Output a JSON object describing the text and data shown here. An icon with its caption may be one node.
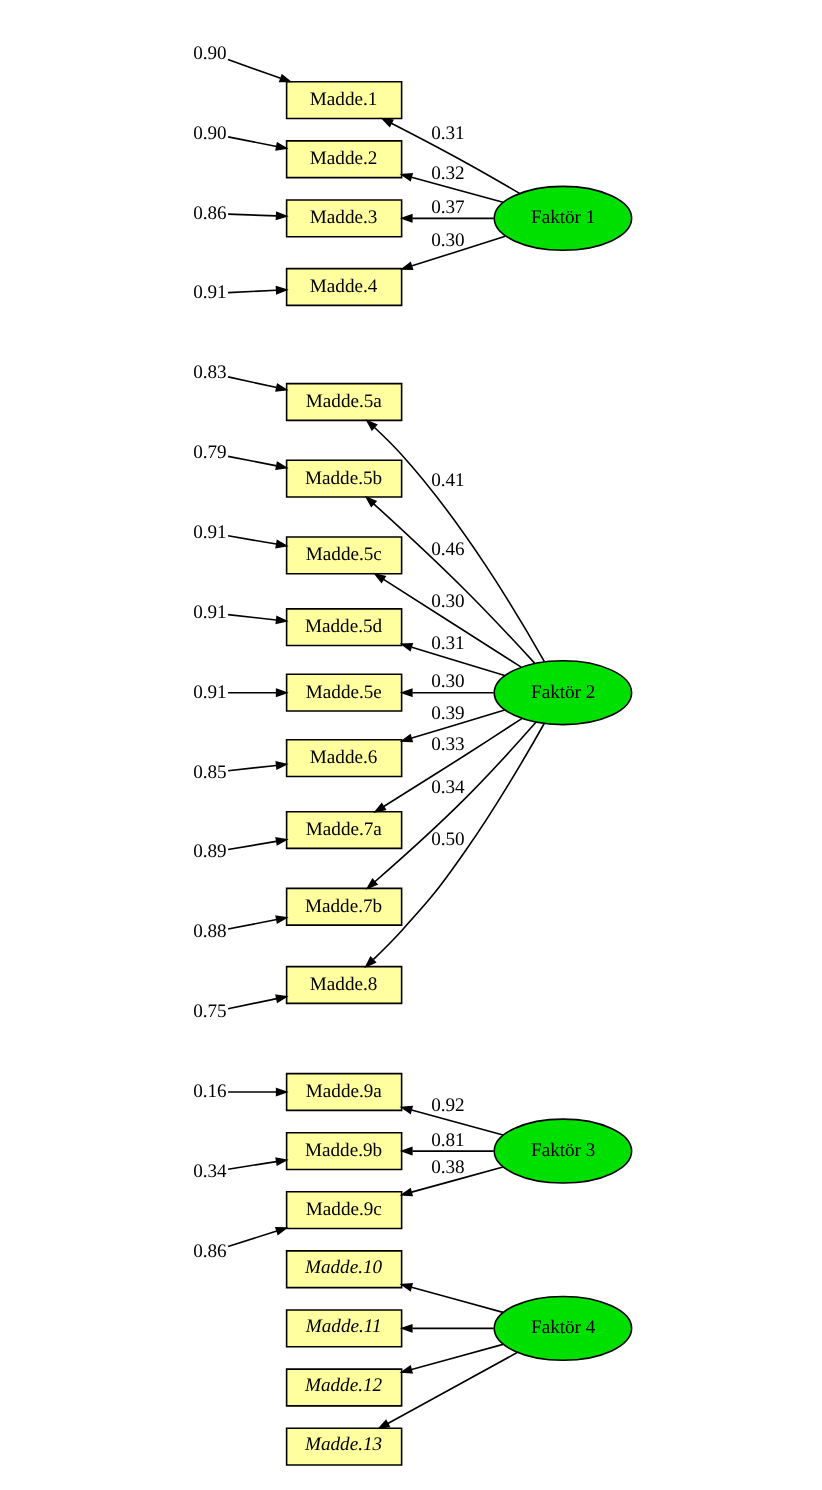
{
  "diagram": {
    "nodes": [
      {
        "text": [
          "Madde.1"
        ]
      },
      {
        "text": [
          "Madde.2"
        ]
      },
      {
        "text": [
          "Madde.3"
        ]
      },
      {
        "text": [
          "Madde.4"
        ]
      },
      {
        "text": [
          "Madde.5a"
        ]
      },
      {
        "text": [
          "Madde.5b"
        ]
      },
      {
        "text": [
          "Madde.5c"
        ]
      },
      {
        "text": [
          "Madde.5d"
        ]
      },
      {
        "text": [
          "Madde.5e"
        ]
      },
      {
        "text": [
          "Madde.6"
        ]
      },
      {
        "text": [
          "Madde.7a"
        ]
      },
      {
        "text": [
          "Madde.7b"
        ]
      },
      {
        "text": [
          "Madde.8"
        ]
      },
      {
        "text": [
          "Madde.9a"
        ]
      },
      {
        "text": [
          "Madde.9b"
        ]
      },
      {
        "text": [
          "Madde.9c"
        ]
      },
      {
        "text": [
          "Madde.10"
        ]
      },
      {
        "text": [
          "Madde.11"
        ]
      },
      {
        "text": [
          "Madde.12"
        ]
      },
      {
        "text": [
          "Madde.13"
        ]
      },
      {
        "text": [
          "Faktör 1"
        ]
      },
      {
        "text": [
          "Faktör 2"
        ]
      },
      {
        "text": [
          "Faktör 3"
        ]
      },
      {
        "text": [
          "Faktör 4"
        ]
      }
    ],
    "edges": [
      {
        "from": null,
        "to": 0,
        "arrow": "to",
        "label": "0.90"
      },
      {
        "from": null,
        "to": 1,
        "arrow": "to",
        "label": "0.90"
      },
      {
        "from": null,
        "to": 2,
        "arrow": "to",
        "label": "0.86"
      },
      {
        "from": null,
        "to": 3,
        "arrow": "to",
        "label": "0.91"
      },
      {
        "from": null,
        "to": 4,
        "arrow": "to",
        "label": "0.83"
      },
      {
        "from": null,
        "to": 5,
        "arrow": "to",
        "label": "0.79"
      },
      {
        "from": null,
        "to": 6,
        "arrow": "to",
        "label": "0.91"
      },
      {
        "from": null,
        "to": 7,
        "arrow": "to",
        "label": "0.91"
      },
      {
        "from": null,
        "to": 8,
        "arrow": "to",
        "label": "0.91"
      },
      {
        "from": null,
        "to": 9,
        "arrow": "to",
        "label": "0.85"
      },
      {
        "from": null,
        "to": 10,
        "arrow": "to",
        "label": "0.89"
      },
      {
        "from": null,
        "to": 11,
        "arrow": "to",
        "label": "0.88"
      },
      {
        "from": null,
        "to": 12,
        "arrow": "to",
        "label": "0.75"
      },
      {
        "from": null,
        "to": 13,
        "arrow": "to",
        "label": "0.16"
      },
      {
        "from": null,
        "to": 14,
        "arrow": "to",
        "label": "0.34"
      },
      {
        "from": null,
        "to": 15,
        "arrow": "to",
        "label": "0.86"
      },
      {
        "from": 20,
        "to": 0,
        "arrow": "to",
        "label": "0.31"
      },
      {
        "from": 20,
        "to": 1,
        "arrow": "to",
        "label": "0.32"
      },
      {
        "from": 20,
        "to": 2,
        "arrow": "to",
        "label": "0.37"
      },
      {
        "from": 20,
        "to": 3,
        "arrow": "to",
        "label": "0.30"
      },
      {
        "from": 21,
        "to": 4,
        "arrow": "to",
        "label": "0.41"
      },
      {
        "from": 21,
        "to": 5,
        "arrow": "to",
        "label": "0.46"
      },
      {
        "from": 21,
        "to": 6,
        "arrow": "to",
        "label": "0.30"
      },
      {
        "from": 21,
        "to": 7,
        "arrow": "to",
        "label": "0.31"
      },
      {
        "from": 21,
        "to": 8,
        "arrow": "to",
        "label": "0.30"
      },
      {
        "from": 21,
        "to": 9,
        "arrow": "to",
        "label": "0.39"
      },
      {
        "from": 21,
        "to": 10,
        "arrow": "to",
        "label": "0.33"
      },
      {
        "from": 21,
        "to": 11,
        "arrow": "to",
        "label": "0.34"
      },
      {
        "from": 21,
        "to": 12,
        "arrow": "to",
        "label": "0.50"
      },
      {
        "from": 22,
        "to": 13,
        "arrow": "to",
        "label": "0.92"
      },
      {
        "from": 22,
        "to": 14,
        "arrow": "to",
        "label": "0.81"
      },
      {
        "from": 22,
        "to": 15,
        "arrow": "to",
        "label": "0.38"
      },
      {
        "from": 23,
        "to": 16,
        "arrow": "to"
      },
      {
        "from": 23,
        "to": 17,
        "arrow": "to"
      },
      {
        "from": 23,
        "to": 18,
        "arrow": "to"
      },
      {
        "from": 23,
        "to": 19,
        "arrow": "to"
      }
    ]
  }
}
